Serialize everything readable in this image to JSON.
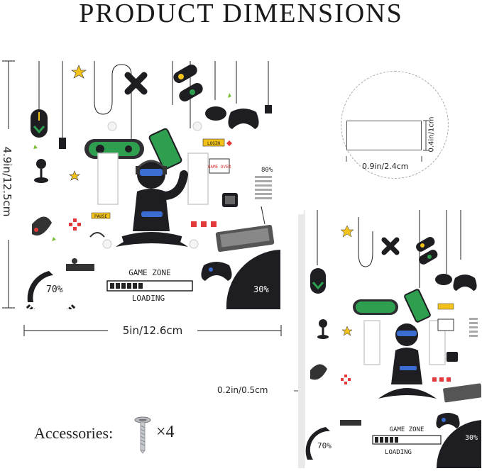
{
  "title": "PRODUCT DIMENSIONS",
  "dimensions": {
    "height": "4.9in/12.5cm",
    "width": "5in/12.6cm",
    "thickness": "0.2in/0.5cm",
    "slot_width": "0.9in/2.4cm",
    "slot_height": "0.4in/1cm"
  },
  "accessories": {
    "label": "Accessories:",
    "count": "×4",
    "icon": "screw-icon"
  },
  "plate_art": {
    "game_zone": "GAME ZONE",
    "loading": "LOADING",
    "percent_left": "70%",
    "percent_right": "30%",
    "pause": "PAUSE",
    "login": "LOGIN",
    "game_over": "GAME OVER",
    "percent_bar": "80%"
  },
  "colors": {
    "accent_green": "#2e9e4f",
    "accent_yellow": "#f2c21b",
    "figure": "#1d1d22",
    "visor_blue": "#3b6ccf",
    "dim_line": "#444444"
  }
}
